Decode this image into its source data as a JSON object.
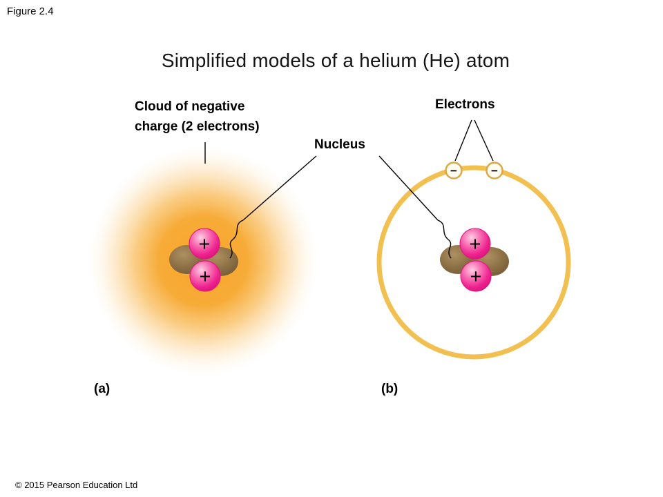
{
  "figure_label": "Figure 2.4",
  "title": "Simplified models of a helium (He) atom",
  "copyright": "© 2015 Pearson Education Ltd",
  "labels": {
    "cloud": "Cloud of negative charge (2 electrons)",
    "nucleus": "Nucleus",
    "electrons": "Electrons",
    "model_a": "(a)",
    "model_b": "(b)"
  },
  "symbols": {
    "proton": "+",
    "electron": "−"
  },
  "colors": {
    "cloud": "#F6A01D",
    "orbit": "#F2C050",
    "proton": "#EE2390",
    "neutron": "#8C7045",
    "electron_ring": "#DCA847",
    "electron_fill": "#FFFCF0",
    "pointer_line": "#000000"
  }
}
